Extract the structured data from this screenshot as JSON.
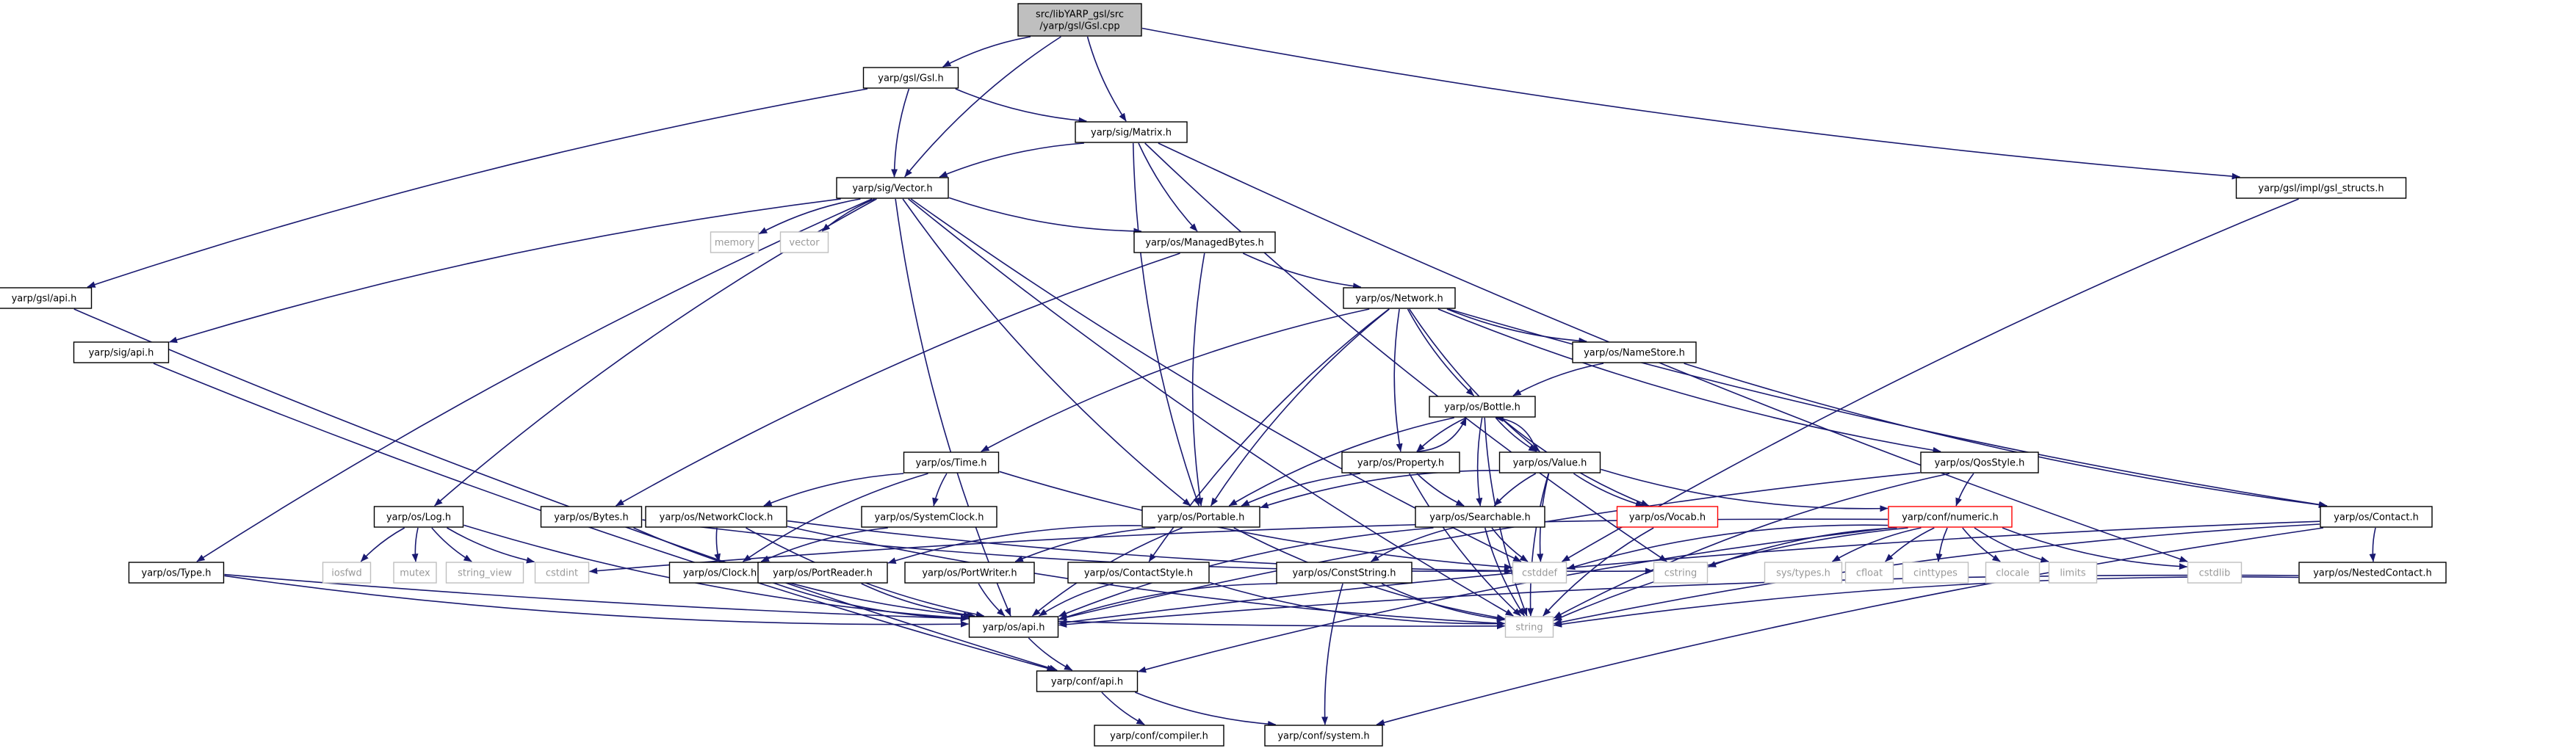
{
  "colors": {
    "edge": "#191970",
    "node_border": "#000000",
    "node_text": "#000000",
    "missing_border": "#bfbfbf",
    "missing_text": "#999999",
    "root_fill": "#bfbfbf",
    "link_border": "#ff0000"
  },
  "nodes": [
    {
      "id": "root",
      "lines": [
        "src/libYARP_gsl/src",
        "/yarp/gsl/Gsl.cpp"
      ],
      "kind": "root"
    },
    {
      "id": "gsl_h",
      "lines": [
        "yarp/gsl/Gsl.h"
      ],
      "kind": "normal"
    },
    {
      "id": "matrix",
      "lines": [
        "yarp/sig/Matrix.h"
      ],
      "kind": "normal"
    },
    {
      "id": "gsl_structs",
      "lines": [
        "yarp/gsl/impl/gsl_structs.h"
      ],
      "kind": "normal"
    },
    {
      "id": "vector",
      "lines": [
        "yarp/sig/Vector.h"
      ],
      "kind": "normal"
    },
    {
      "id": "memory",
      "lines": [
        "memory"
      ],
      "kind": "missing"
    },
    {
      "id": "vectorstd",
      "lines": [
        "vector"
      ],
      "kind": "missing"
    },
    {
      "id": "managedbytes",
      "lines": [
        "yarp/os/ManagedBytes.h"
      ],
      "kind": "normal"
    },
    {
      "id": "gsl_api",
      "lines": [
        "yarp/gsl/api.h"
      ],
      "kind": "normal"
    },
    {
      "id": "sig_api",
      "lines": [
        "yarp/sig/api.h"
      ],
      "kind": "normal"
    },
    {
      "id": "network",
      "lines": [
        "yarp/os/Network.h"
      ],
      "kind": "normal"
    },
    {
      "id": "namestore",
      "lines": [
        "yarp/os/NameStore.h"
      ],
      "kind": "normal"
    },
    {
      "id": "bottle",
      "lines": [
        "yarp/os/Bottle.h"
      ],
      "kind": "normal"
    },
    {
      "id": "time",
      "lines": [
        "yarp/os/Time.h"
      ],
      "kind": "normal"
    },
    {
      "id": "property",
      "lines": [
        "yarp/os/Property.h"
      ],
      "kind": "normal"
    },
    {
      "id": "value",
      "lines": [
        "yarp/os/Value.h"
      ],
      "kind": "normal"
    },
    {
      "id": "qosstyle",
      "lines": [
        "yarp/os/QosStyle.h"
      ],
      "kind": "normal"
    },
    {
      "id": "log",
      "lines": [
        "yarp/os/Log.h"
      ],
      "kind": "normal"
    },
    {
      "id": "bytes",
      "lines": [
        "yarp/os/Bytes.h"
      ],
      "kind": "normal"
    },
    {
      "id": "networkclock",
      "lines": [
        "yarp/os/NetworkClock.h"
      ],
      "kind": "normal"
    },
    {
      "id": "systemclock",
      "lines": [
        "yarp/os/SystemClock.h"
      ],
      "kind": "normal"
    },
    {
      "id": "portable",
      "lines": [
        "yarp/os/Portable.h"
      ],
      "kind": "normal"
    },
    {
      "id": "searchable",
      "lines": [
        "yarp/os/Searchable.h"
      ],
      "kind": "normal"
    },
    {
      "id": "vocab",
      "lines": [
        "yarp/os/Vocab.h"
      ],
      "kind": "link"
    },
    {
      "id": "numeric",
      "lines": [
        "yarp/conf/numeric.h"
      ],
      "kind": "link"
    },
    {
      "id": "contact",
      "lines": [
        "yarp/os/Contact.h"
      ],
      "kind": "normal"
    },
    {
      "id": "type",
      "lines": [
        "yarp/os/Type.h"
      ],
      "kind": "normal"
    },
    {
      "id": "iosfwd",
      "lines": [
        "iosfwd"
      ],
      "kind": "missing"
    },
    {
      "id": "mutex",
      "lines": [
        "mutex"
      ],
      "kind": "missing"
    },
    {
      "id": "string_view",
      "lines": [
        "string_view"
      ],
      "kind": "missing"
    },
    {
      "id": "cstdint",
      "lines": [
        "cstdint"
      ],
      "kind": "missing"
    },
    {
      "id": "clock",
      "lines": [
        "yarp/os/Clock.h"
      ],
      "kind": "normal"
    },
    {
      "id": "portreader",
      "lines": [
        "yarp/os/PortReader.h"
      ],
      "kind": "normal"
    },
    {
      "id": "portwriter",
      "lines": [
        "yarp/os/PortWriter.h"
      ],
      "kind": "normal"
    },
    {
      "id": "contactstyle",
      "lines": [
        "yarp/os/ContactStyle.h"
      ],
      "kind": "normal"
    },
    {
      "id": "conststring",
      "lines": [
        "yarp/os/ConstString.h"
      ],
      "kind": "normal"
    },
    {
      "id": "cstddef",
      "lines": [
        "cstddef"
      ],
      "kind": "missing"
    },
    {
      "id": "cstring",
      "lines": [
        "cstring"
      ],
      "kind": "missing"
    },
    {
      "id": "systypes",
      "lines": [
        "sys/types.h"
      ],
      "kind": "missing"
    },
    {
      "id": "cfloat",
      "lines": [
        "cfloat"
      ],
      "kind": "missing"
    },
    {
      "id": "cinttypes",
      "lines": [
        "cinttypes"
      ],
      "kind": "missing"
    },
    {
      "id": "clocale",
      "lines": [
        "clocale"
      ],
      "kind": "missing"
    },
    {
      "id": "limits",
      "lines": [
        "limits"
      ],
      "kind": "missing"
    },
    {
      "id": "cstdlib",
      "lines": [
        "cstdlib"
      ],
      "kind": "missing"
    },
    {
      "id": "nestedcontact",
      "lines": [
        "yarp/os/NestedContact.h"
      ],
      "kind": "normal"
    },
    {
      "id": "os_api",
      "lines": [
        "yarp/os/api.h"
      ],
      "kind": "normal"
    },
    {
      "id": "string",
      "lines": [
        "string"
      ],
      "kind": "missing"
    },
    {
      "id": "conf_api",
      "lines": [
        "yarp/conf/api.h"
      ],
      "kind": "normal"
    },
    {
      "id": "compiler",
      "lines": [
        "yarp/conf/compiler.h"
      ],
      "kind": "normal"
    },
    {
      "id": "system",
      "lines": [
        "yarp/conf/system.h"
      ],
      "kind": "normal"
    }
  ],
  "edges": [
    [
      "root",
      "gsl_h"
    ],
    [
      "root",
      "vector"
    ],
    [
      "root",
      "matrix"
    ],
    [
      "root",
      "gsl_structs"
    ],
    [
      "gsl_h",
      "vector"
    ],
    [
      "gsl_h",
      "matrix"
    ],
    [
      "gsl_h",
      "gsl_api"
    ],
    [
      "matrix",
      "vector"
    ],
    [
      "matrix",
      "managedbytes"
    ],
    [
      "matrix",
      "portable"
    ],
    [
      "matrix",
      "cstring"
    ],
    [
      "matrix",
      "cstdlib"
    ],
    [
      "gsl_structs",
      "cstddef"
    ],
    [
      "vector",
      "memory"
    ],
    [
      "vector",
      "vectorstd"
    ],
    [
      "vector",
      "managedbytes"
    ],
    [
      "vector",
      "sig_api"
    ],
    [
      "vector",
      "type"
    ],
    [
      "vector",
      "log"
    ],
    [
      "vector",
      "portable"
    ],
    [
      "vector",
      "os_api"
    ],
    [
      "vector",
      "string"
    ],
    [
      "vector",
      "cstddef"
    ],
    [
      "managedbytes",
      "network"
    ],
    [
      "managedbytes",
      "portable"
    ],
    [
      "managedbytes",
      "bytes"
    ],
    [
      "gsl_api",
      "conf_api"
    ],
    [
      "sig_api",
      "conf_api"
    ],
    [
      "network",
      "namestore"
    ],
    [
      "network",
      "bottle"
    ],
    [
      "network",
      "time"
    ],
    [
      "network",
      "property"
    ],
    [
      "network",
      "value"
    ],
    [
      "network",
      "qosstyle"
    ],
    [
      "network",
      "contact"
    ],
    [
      "network",
      "portable"
    ],
    [
      "network",
      "contactstyle"
    ],
    [
      "namestore",
      "bottle"
    ],
    [
      "namestore",
      "contact"
    ],
    [
      "bottle",
      "property"
    ],
    [
      "bottle",
      "value"
    ],
    [
      "bottle",
      "portable"
    ],
    [
      "bottle",
      "searchable"
    ],
    [
      "bottle",
      "vocab"
    ],
    [
      "bottle",
      "string"
    ],
    [
      "property",
      "bottle"
    ],
    [
      "property",
      "portable"
    ],
    [
      "property",
      "searchable"
    ],
    [
      "property",
      "string"
    ],
    [
      "value",
      "bottle"
    ],
    [
      "value",
      "portable"
    ],
    [
      "value",
      "searchable"
    ],
    [
      "value",
      "vocab"
    ],
    [
      "value",
      "numeric"
    ],
    [
      "value",
      "cstddef"
    ],
    [
      "value",
      "string"
    ],
    [
      "time",
      "networkclock"
    ],
    [
      "time",
      "systemclock"
    ],
    [
      "time",
      "clock"
    ],
    [
      "time",
      "cstddef"
    ],
    [
      "qosstyle",
      "numeric"
    ],
    [
      "qosstyle",
      "string"
    ],
    [
      "qosstyle",
      "os_api"
    ],
    [
      "log",
      "iosfwd"
    ],
    [
      "log",
      "mutex"
    ],
    [
      "log",
      "string_view"
    ],
    [
      "log",
      "cstdint"
    ],
    [
      "log",
      "os_api"
    ],
    [
      "bytes",
      "cstddef"
    ],
    [
      "bytes",
      "os_api"
    ],
    [
      "networkclock",
      "clock"
    ],
    [
      "networkclock",
      "os_api"
    ],
    [
      "networkclock",
      "string"
    ],
    [
      "networkclock",
      "cstring"
    ],
    [
      "systemclock",
      "clock"
    ],
    [
      "portable",
      "portreader"
    ],
    [
      "portable",
      "portwriter"
    ],
    [
      "portable",
      "os_api"
    ],
    [
      "portable",
      "string"
    ],
    [
      "searchable",
      "conststring"
    ],
    [
      "searchable",
      "cstddef"
    ],
    [
      "searchable",
      "os_api"
    ],
    [
      "searchable",
      "string"
    ],
    [
      "vocab",
      "string"
    ],
    [
      "numeric",
      "cstddef"
    ],
    [
      "numeric",
      "cstring"
    ],
    [
      "numeric",
      "systypes"
    ],
    [
      "numeric",
      "cfloat"
    ],
    [
      "numeric",
      "cinttypes"
    ],
    [
      "numeric",
      "clocale"
    ],
    [
      "numeric",
      "limits"
    ],
    [
      "numeric",
      "cstdint"
    ],
    [
      "numeric",
      "cstdlib"
    ],
    [
      "numeric",
      "string"
    ],
    [
      "numeric",
      "conf_api"
    ],
    [
      "contact",
      "nestedcontact"
    ],
    [
      "contact",
      "os_api"
    ],
    [
      "contact",
      "string"
    ],
    [
      "contact",
      "system"
    ],
    [
      "type",
      "os_api"
    ],
    [
      "type",
      "string"
    ],
    [
      "clock",
      "os_api"
    ],
    [
      "portreader",
      "os_api"
    ],
    [
      "portwriter",
      "os_api"
    ],
    [
      "contactstyle",
      "os_api"
    ],
    [
      "contactstyle",
      "string"
    ],
    [
      "conststring",
      "os_api"
    ],
    [
      "conststring",
      "string"
    ],
    [
      "conststring",
      "system"
    ],
    [
      "nestedcontact",
      "os_api"
    ],
    [
      "nestedcontact",
      "string"
    ],
    [
      "os_api",
      "conf_api"
    ],
    [
      "conf_api",
      "compiler"
    ],
    [
      "conf_api",
      "system"
    ]
  ]
}
